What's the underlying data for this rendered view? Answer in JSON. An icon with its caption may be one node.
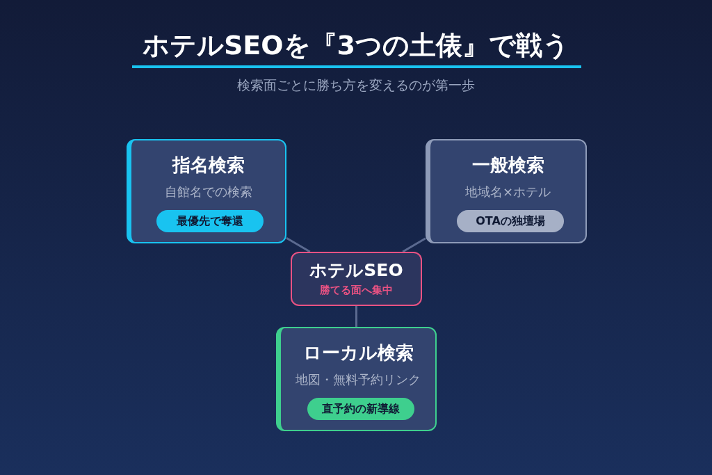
{
  "diagram": {
    "title": "ホテルSEOを『3つの土俵』で戦う",
    "nodes": [
      {
        "text": [
          "指名検索",
          "自館名での検索"
        ]
      },
      {
        "text": [
          "最優先で奪還"
        ],
        "in": 0
      },
      {
        "text": [
          "一般検索",
          "地域名×ホテル"
        ]
      },
      {
        "text": [
          "OTAの独壇場"
        ],
        "in": 2
      },
      {
        "text": [
          "ホテルSEO",
          "勝てる面へ集中"
        ]
      },
      {
        "text": [
          "ローカル検索",
          "地図・無料予約リンク"
        ]
      },
      {
        "text": [
          "直予約の新導線"
        ],
        "in": 5
      }
    ],
    "edges": [
      {
        "from": 4,
        "to": 0,
        "arrow": "none"
      },
      {
        "from": 4,
        "to": 2,
        "arrow": "none"
      },
      {
        "from": 4,
        "to": 5,
        "arrow": "none"
      }
    ],
    "labels": [
      "検索面ごとに勝ち方を変えるのが第一歩"
    ]
  }
}
